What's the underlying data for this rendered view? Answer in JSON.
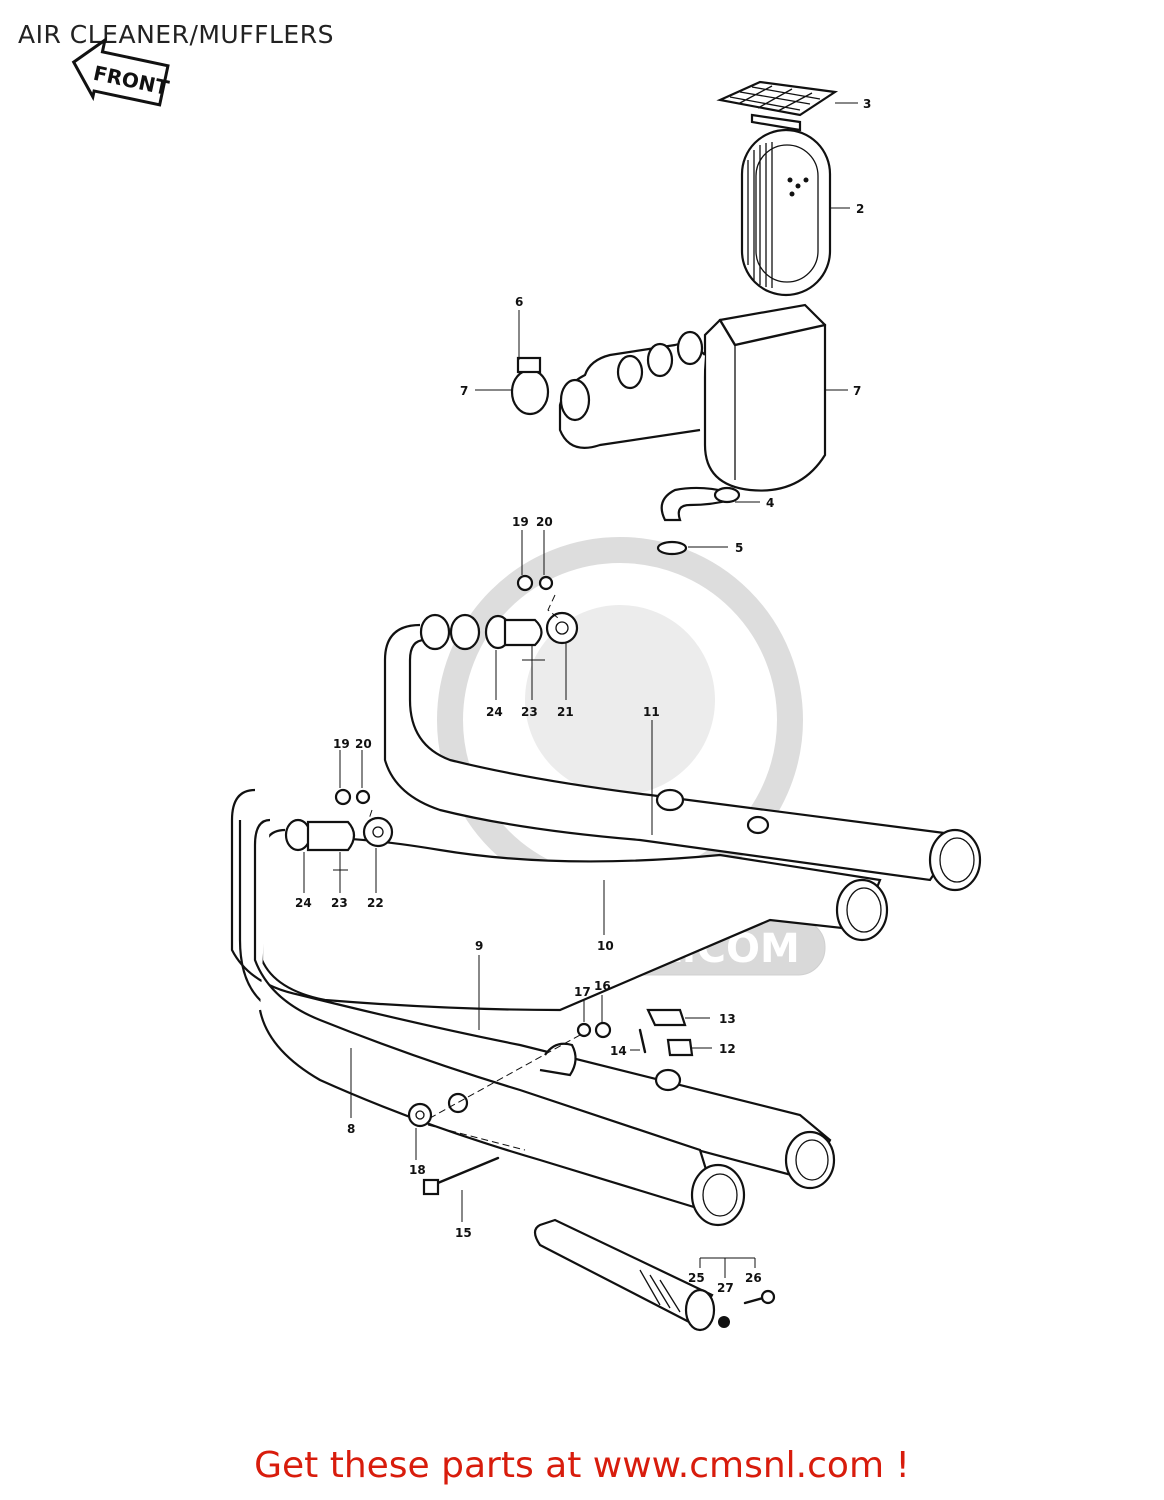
{
  "title": "AIR CLEANER/MUFFLERS",
  "front_label": "FRONT",
  "watermark_text": "WWW.CMSNL.COM",
  "cta_text": "Get these parts at www.cmsnl.com !",
  "colors": {
    "cta": "#d81c0c",
    "ink": "#111111",
    "watermark": "#d9d9d9"
  },
  "callouts": [
    {
      "id": "c3",
      "text": "3"
    },
    {
      "id": "c2",
      "text": "2"
    },
    {
      "id": "c6",
      "text": "6"
    },
    {
      "id": "c7a",
      "text": "7"
    },
    {
      "id": "c7b",
      "text": "7"
    },
    {
      "id": "c4",
      "text": "4"
    },
    {
      "id": "c5",
      "text": "5"
    },
    {
      "id": "c19a",
      "text": "19"
    },
    {
      "id": "c20a",
      "text": "20"
    },
    {
      "id": "c24a",
      "text": "24"
    },
    {
      "id": "c23a",
      "text": "23"
    },
    {
      "id": "c21",
      "text": "21"
    },
    {
      "id": "c11",
      "text": "11"
    },
    {
      "id": "c19b",
      "text": "19"
    },
    {
      "id": "c20b",
      "text": "20"
    },
    {
      "id": "c24b",
      "text": "24"
    },
    {
      "id": "c23b",
      "text": "23"
    },
    {
      "id": "c22",
      "text": "22"
    },
    {
      "id": "c9",
      "text": "9"
    },
    {
      "id": "c10",
      "text": "10"
    },
    {
      "id": "c17",
      "text": "17"
    },
    {
      "id": "c16",
      "text": "16"
    },
    {
      "id": "c13",
      "text": "13"
    },
    {
      "id": "c14",
      "text": "14"
    },
    {
      "id": "c12",
      "text": "12"
    },
    {
      "id": "c8",
      "text": "8"
    },
    {
      "id": "c18",
      "text": "18"
    },
    {
      "id": "c15",
      "text": "15"
    },
    {
      "id": "c25",
      "text": "25"
    },
    {
      "id": "c26",
      "text": "26"
    },
    {
      "id": "c27",
      "text": "27"
    }
  ]
}
